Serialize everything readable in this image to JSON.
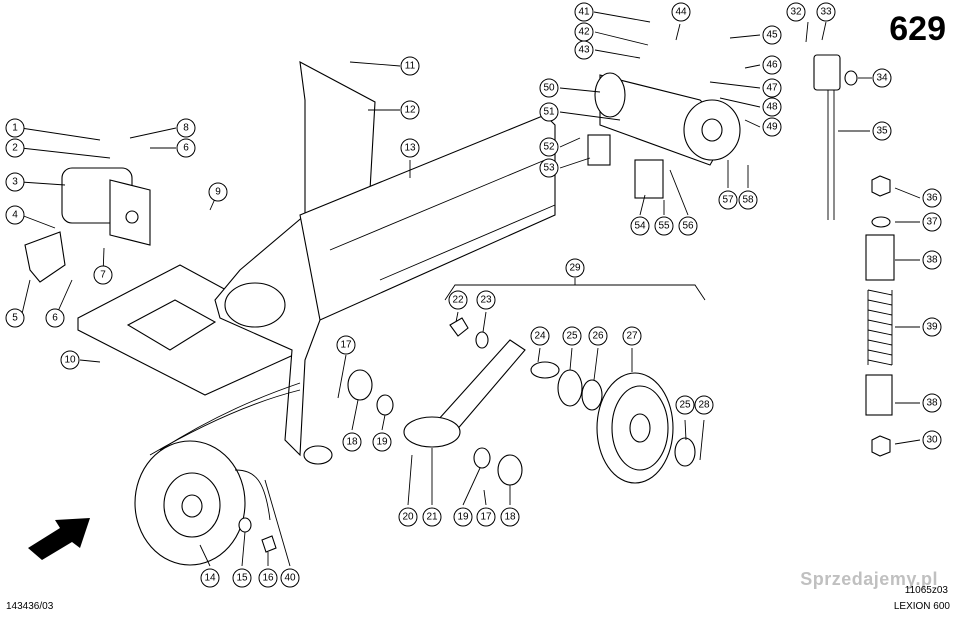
{
  "page_number": "629",
  "drawing_id": "143436/03",
  "diagram_code": "11065z03",
  "model": "LEXION 600",
  "watermark": "Sprzedajemy.pl",
  "callouts": [
    "1",
    "2",
    "3",
    "4",
    "5",
    "6",
    "7",
    "8",
    "6",
    "9",
    "10",
    "11",
    "12",
    "13",
    "14",
    "15",
    "16",
    "40",
    "17",
    "18",
    "19",
    "20",
    "21",
    "19",
    "17",
    "18",
    "22",
    "23",
    "24",
    "25",
    "26",
    "27",
    "25",
    "28",
    "29",
    "41",
    "44",
    "42",
    "43",
    "45",
    "46",
    "47",
    "48",
    "49",
    "50",
    "51",
    "52",
    "53",
    "54",
    "55",
    "56",
    "57",
    "58",
    "32",
    "33",
    "34",
    "35",
    "36",
    "37",
    "38",
    "39",
    "38",
    "30"
  ]
}
